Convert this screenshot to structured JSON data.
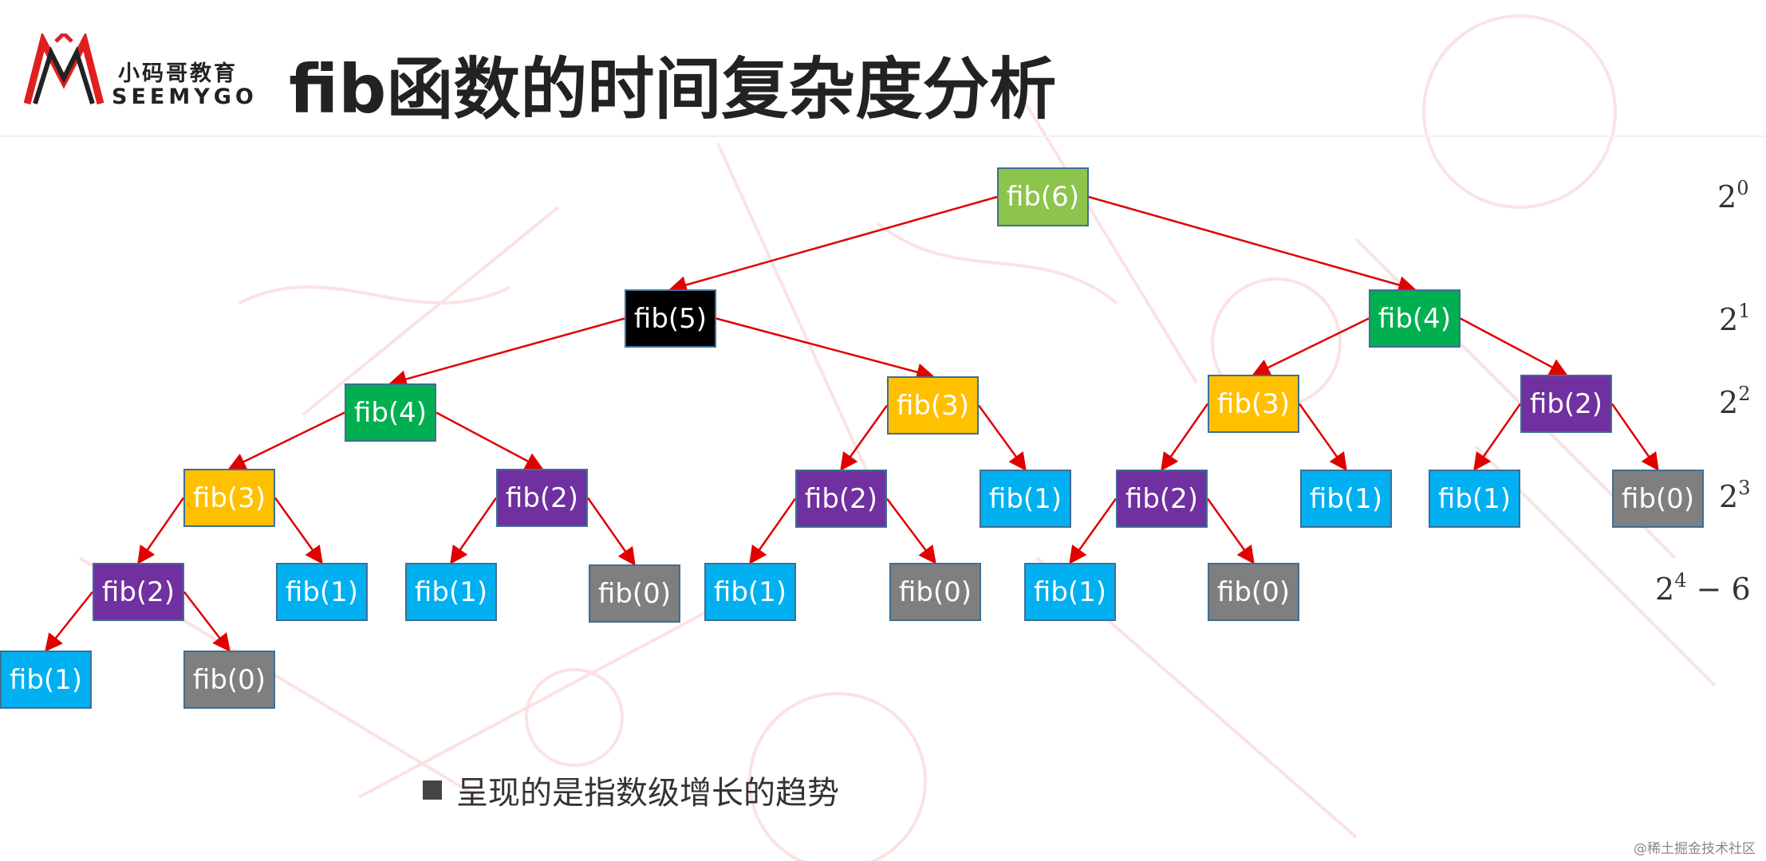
{
  "title": "fib函数的时间复杂度分析",
  "logo": {
    "cn": "小码哥教育",
    "en": "SEEMYGO"
  },
  "bullet_text": "呈现的是指数级增长的趋势",
  "source_text": "@稀土掘金技术社区",
  "level_labels": [
    {
      "base": "2",
      "exp": "0",
      "suffix": ""
    },
    {
      "base": "2",
      "exp": "1",
      "suffix": ""
    },
    {
      "base": "2",
      "exp": "2",
      "suffix": ""
    },
    {
      "base": "2",
      "exp": "3",
      "suffix": ""
    },
    {
      "base": "2",
      "exp": "4",
      "suffix": " − 6"
    }
  ],
  "colors": {
    "fib6": "#8dc44c",
    "fib5": "#000000",
    "fib4": "#00b050",
    "fib3": "#ffc000",
    "fib2": "#7030a0",
    "fib1": "#00b0f0",
    "fib0": "#7f7f7f",
    "edge": "#e00000"
  },
  "nodes": [
    {
      "id": "n6",
      "label": "fib(6)",
      "kind": "fib6"
    },
    {
      "id": "n5",
      "label": "fib(5)",
      "kind": "fib5"
    },
    {
      "id": "n4r",
      "label": "fib(4)",
      "kind": "fib4"
    },
    {
      "id": "n4l",
      "label": "fib(4)",
      "kind": "fib4"
    },
    {
      "id": "n3a",
      "label": "fib(3)",
      "kind": "fib3"
    },
    {
      "id": "n3b",
      "label": "fib(3)",
      "kind": "fib3"
    },
    {
      "id": "n2a",
      "label": "fib(2)",
      "kind": "fib2"
    },
    {
      "id": "n3c",
      "label": "fib(3)",
      "kind": "fib3"
    },
    {
      "id": "n2b",
      "label": "fib(2)",
      "kind": "fib2"
    },
    {
      "id": "n2c",
      "label": "fib(2)",
      "kind": "fib2"
    },
    {
      "id": "n1a",
      "label": "fib(1)",
      "kind": "fib1"
    },
    {
      "id": "n2d",
      "label": "fib(2)",
      "kind": "fib2"
    },
    {
      "id": "n1b",
      "label": "fib(1)",
      "kind": "fib1"
    },
    {
      "id": "n1c",
      "label": "fib(1)",
      "kind": "fib1"
    },
    {
      "id": "n0a",
      "label": "fib(0)",
      "kind": "fib0"
    },
    {
      "id": "n2e",
      "label": "fib(2)",
      "kind": "fib2"
    },
    {
      "id": "n1d",
      "label": "fib(1)",
      "kind": "fib1"
    },
    {
      "id": "n1e",
      "label": "fib(1)",
      "kind": "fib1"
    },
    {
      "id": "n0b",
      "label": "fib(0)",
      "kind": "fib0"
    },
    {
      "id": "n1f",
      "label": "fib(1)",
      "kind": "fib1"
    },
    {
      "id": "n0c",
      "label": "fib(0)",
      "kind": "fib0"
    },
    {
      "id": "n1g",
      "label": "fib(1)",
      "kind": "fib1"
    },
    {
      "id": "n0d",
      "label": "fib(0)",
      "kind": "fib0"
    },
    {
      "id": "n1h",
      "label": "fib(1)",
      "kind": "fib1"
    },
    {
      "id": "n0e",
      "label": "fib(0)",
      "kind": "fib0"
    }
  ],
  "edges": [
    [
      "n6",
      "n5"
    ],
    [
      "n6",
      "n4r"
    ],
    [
      "n5",
      "n4l"
    ],
    [
      "n5",
      "n3b"
    ],
    [
      "n4r",
      "n3c"
    ],
    [
      "n4r",
      "n2c"
    ],
    [
      "n4l",
      "n3a"
    ],
    [
      "n4l",
      "n2a"
    ],
    [
      "n3b",
      "n2b"
    ],
    [
      "n3b",
      "n1a"
    ],
    [
      "n3c",
      "n2d"
    ],
    [
      "n3c",
      "n1b"
    ],
    [
      "n2c",
      "n1c"
    ],
    [
      "n2c",
      "n0a"
    ],
    [
      "n3a",
      "n2e"
    ],
    [
      "n3a",
      "n1d"
    ],
    [
      "n2a",
      "n1e"
    ],
    [
      "n2a",
      "n0b"
    ],
    [
      "n2b",
      "n1f"
    ],
    [
      "n2b",
      "n0c"
    ],
    [
      "n2d",
      "n1g"
    ],
    [
      "n2d",
      "n0d"
    ],
    [
      "n2e",
      "n1h"
    ],
    [
      "n2e",
      "n0e"
    ]
  ]
}
